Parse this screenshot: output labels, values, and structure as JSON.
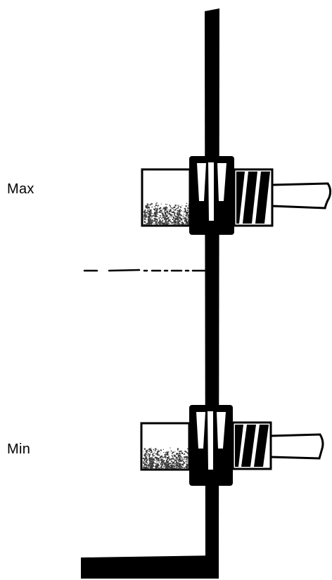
{
  "labels": {
    "max": "Max",
    "min": "Min"
  },
  "colors": {
    "ink": "#000000",
    "paper": "#ffffff",
    "grain": "#3a3a3a"
  },
  "sensors": [
    {
      "level": "max"
    },
    {
      "level": "min"
    }
  ]
}
